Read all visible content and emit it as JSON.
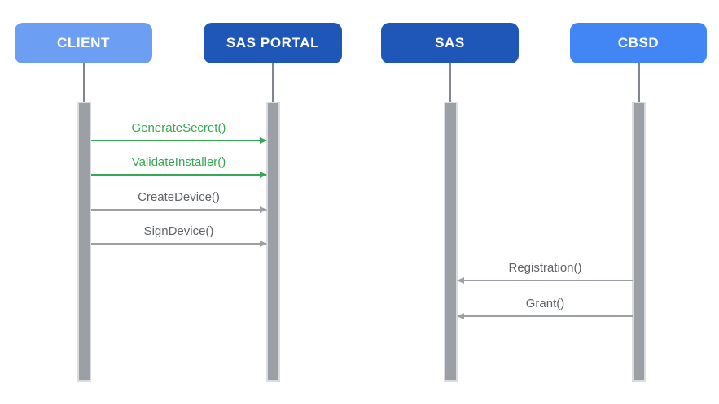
{
  "diagram": {
    "type": "sequence-diagram",
    "background": "#FFFFFF",
    "actors": [
      {
        "label": "CLIENT",
        "color": "#6C9EF3",
        "text_color": "#FFFFFF"
      },
      {
        "label": "SAS PORTAL",
        "color": "#1F57B8",
        "text_color": "#FFFFFF"
      },
      {
        "label": "SAS",
        "color": "#1F57B8",
        "text_color": "#FFFFFF"
      },
      {
        "label": "CBSD",
        "color": "#4285F4",
        "text_color": "#FFFFFF"
      }
    ],
    "lifeline_color": "#80868B",
    "activation_bar": {
      "fill": "#9AA0A6",
      "border": "#DADCE0"
    },
    "messages": [
      {
        "label": "GenerateSecret()",
        "from": "CLIENT",
        "to": "SAS PORTAL",
        "direction": "right",
        "label_color": "#34A853",
        "arrow_color": "#34A853"
      },
      {
        "label": "ValidateInstaller()",
        "from": "CLIENT",
        "to": "SAS PORTAL",
        "direction": "right",
        "label_color": "#34A853",
        "arrow_color": "#34A853"
      },
      {
        "label": "CreateDevice()",
        "from": "CLIENT",
        "to": "SAS PORTAL",
        "direction": "right",
        "label_color": "#5F6368",
        "arrow_color": "#9AA0A6"
      },
      {
        "label": "SignDevice()",
        "from": "CLIENT",
        "to": "SAS PORTAL",
        "direction": "right",
        "label_color": "#5F6368",
        "arrow_color": "#9AA0A6"
      },
      {
        "label": "Registration()",
        "from": "CBSD",
        "to": "SAS",
        "direction": "left",
        "label_color": "#5F6368",
        "arrow_color": "#9AA0A6"
      },
      {
        "label": "Grant()",
        "from": "CBSD",
        "to": "SAS",
        "direction": "left",
        "label_color": "#5F6368",
        "arrow_color": "#9AA0A6"
      }
    ]
  }
}
